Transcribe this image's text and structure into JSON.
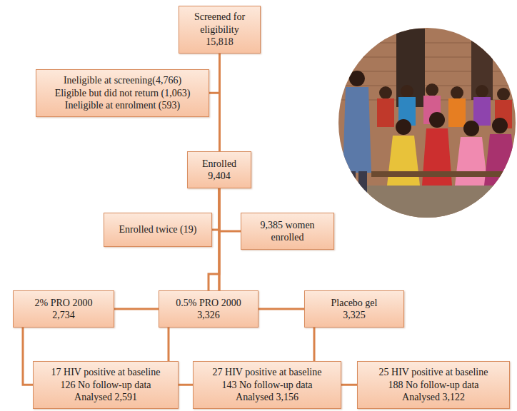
{
  "diagram": {
    "nodes": [
      {
        "text": [
          "Screened for eligibility",
          "15,818"
        ]
      },
      {
        "text": [
          "Ineligible at screening(4,766)",
          "Eligible but did not return (1,063)",
          "Ineligible at enrolment (593)"
        ]
      },
      {
        "text": [
          "Enrolled",
          "9,404"
        ]
      },
      {
        "text": [
          "Enrolled twice (19)"
        ]
      },
      {
        "text": [
          "9,385 women enrolled"
        ]
      },
      {
        "text": [
          "2% PRO 2000",
          "2,734"
        ]
      },
      {
        "text": [
          "0.5% PRO 2000",
          "3,326"
        ]
      },
      {
        "text": [
          "Placebo gel",
          "3,325"
        ]
      },
      {
        "text": [
          "17 HIV positive at baseline",
          "126 No follow-up data",
          "Analysed 2,591"
        ]
      },
      {
        "text": [
          "27 HIV positive at baseline",
          "143 No follow-up data",
          "Analysed 3,156"
        ]
      },
      {
        "text": [
          "25 HIV positive at baseline",
          "188 No follow-up data",
          "Analysed 3,122"
        ]
      }
    ],
    "edges": [
      {
        "from": 0,
        "to": 1,
        "arrow": "none"
      },
      {
        "from": 0,
        "to": 2,
        "arrow": "none"
      },
      {
        "from": 2,
        "to": 3,
        "arrow": "none"
      },
      {
        "from": 2,
        "to": 4,
        "arrow": "none"
      },
      {
        "from": 2,
        "to": 5,
        "arrow": "none"
      },
      {
        "from": 2,
        "to": 6,
        "arrow": "none"
      },
      {
        "from": 2,
        "to": 7,
        "arrow": "none"
      },
      {
        "from": 5,
        "to": 8,
        "arrow": "none"
      },
      {
        "from": 6,
        "to": 9,
        "arrow": "none"
      },
      {
        "from": 7,
        "to": 10,
        "arrow": "none"
      }
    ]
  }
}
